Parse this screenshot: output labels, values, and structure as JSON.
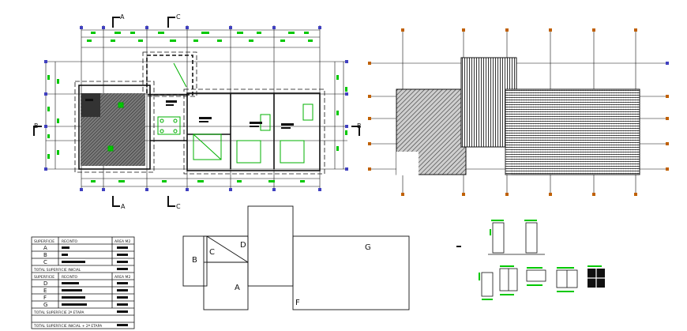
{
  "sections": {
    "cut_a_top": "A",
    "cut_c_top": "C",
    "cut_a_bottom": "A",
    "cut_c_bottom": "C",
    "cut_b_left": "B",
    "cut_b_right": "B"
  },
  "zones": {
    "A": "A",
    "B": "B",
    "C": "C",
    "D": "D",
    "F": "F",
    "G": "G"
  },
  "table": {
    "header1": {
      "col1": "SUPERFICIE",
      "col2": "RECINTO",
      "col3": "AREA M2"
    },
    "rows1": [
      "A",
      "B",
      "C"
    ],
    "total1": "TOTAL SUPERFICIE INICIAL",
    "header2": {
      "col1": "SUPERFICIE",
      "col2": "RECINTO",
      "col3": "AREA M2"
    },
    "rows2": [
      "D",
      "E",
      "F",
      "G"
    ],
    "total2": "TOTAL SUPERFICIE 2ª ETAPA",
    "total3": "TOTAL SUPERFICIE INICIAL + 2ª ETAPA"
  },
  "colors": {
    "line": "#111111",
    "dimension": "#00c800",
    "grid_marker": "#4040c0",
    "grid_marker_alt": "#c06000",
    "hatch": "#555555"
  }
}
